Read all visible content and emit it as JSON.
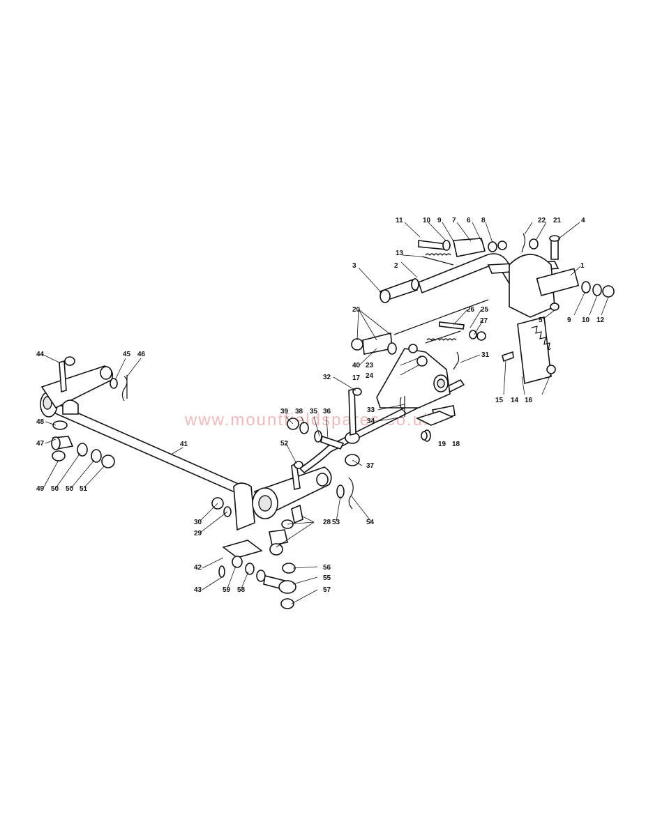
{
  "diagram": {
    "watermark": "www.mountfieldspares.co.uk",
    "callouts": [
      "1",
      "2",
      "3",
      "4",
      "5",
      "6",
      "7",
      "8",
      "9",
      "10",
      "11",
      "12",
      "13",
      "14",
      "15",
      "16",
      "17",
      "18",
      "19",
      "20",
      "21",
      "22",
      "23",
      "24",
      "25",
      "26",
      "27",
      "28",
      "29",
      "30",
      "31",
      "32",
      "33",
      "34",
      "35",
      "36",
      "37",
      "38",
      "39",
      "40",
      "41",
      "42",
      "43",
      "44",
      "45",
      "46",
      "47",
      "48",
      "49",
      "50",
      "51",
      "52",
      "53",
      "54",
      "55",
      "56",
      "57",
      "58",
      "59"
    ],
    "callout_extra": {
      "9b": "9",
      "10b": "10",
      "50b": "50"
    }
  }
}
